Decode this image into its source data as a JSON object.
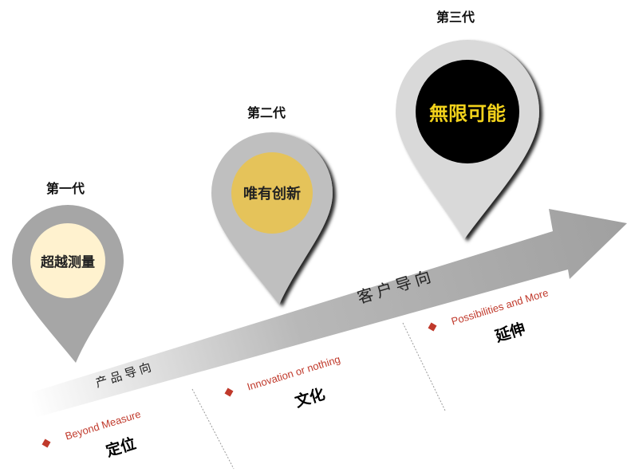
{
  "generations": [
    {
      "title": "第一代",
      "motto": "超越测量",
      "color": "#a6a6a6",
      "inner": "#fff2cf",
      "text_color": "#222222"
    },
    {
      "title": "第二代",
      "motto": "唯有创新",
      "color": "#bfbfbf",
      "inner": "#e5c35a",
      "text_color": "#222222"
    },
    {
      "title": "第三代",
      "motto": "無限可能",
      "color": "#d9d9d9",
      "inner": "#000000",
      "text_color": "#f2d21b"
    }
  ],
  "arrow": {
    "start_label": "产品导向",
    "end_label": "客户导向"
  },
  "stages": [
    {
      "english": "Beyond Measure",
      "chinese": "定位"
    },
    {
      "english": "Innovation or nothing",
      "chinese": "文化"
    },
    {
      "english": "Possibilities and More",
      "chinese": "延伸"
    }
  ],
  "colors": {
    "accent": "#c0392b"
  }
}
